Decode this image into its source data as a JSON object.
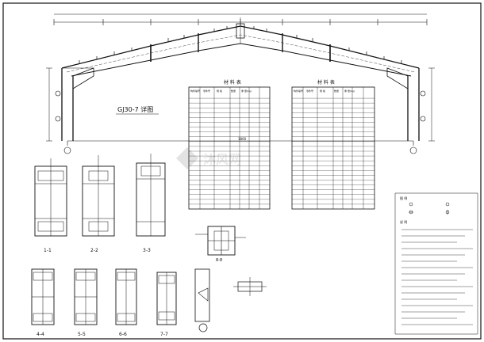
{
  "elevation": {
    "title": "GJ30-7 详图",
    "span_total": "1860"
  },
  "tables": [
    {
      "title": "材 料 表",
      "headers": [
        "构件编号",
        "零件号",
        "规 格",
        "长度(mm)",
        "数量",
        "重 量(kg)",
        "单件",
        "共计",
        "总计"
      ],
      "row_count": 24
    },
    {
      "title": "材 料 表",
      "headers": [
        "构件编号",
        "零件号",
        "规 格",
        "长度(mm)",
        "数量",
        "重 量(kg)",
        "单件",
        "共计",
        "总计"
      ],
      "row_count": 24
    }
  ],
  "sections": [
    {
      "label": "1-1"
    },
    {
      "label": "2-2"
    },
    {
      "label": "3-3"
    },
    {
      "label": "4-4"
    },
    {
      "label": "5-5"
    },
    {
      "label": "6-6"
    },
    {
      "label": "7-7"
    },
    {
      "label": "8-8"
    }
  ],
  "legend": {
    "title": "图 例",
    "notes_title": "说 明"
  },
  "watermark": "沐风网"
}
